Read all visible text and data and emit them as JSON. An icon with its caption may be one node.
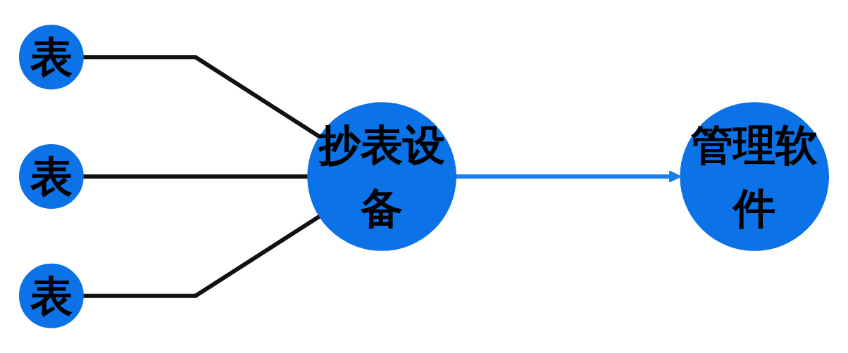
{
  "diagram": {
    "nodes": [
      {
        "text": [
          "表"
        ]
      },
      {
        "text": [
          "表"
        ]
      },
      {
        "text": [
          "表"
        ]
      },
      {
        "text": [
          "抄表设备"
        ]
      },
      {
        "text": [
          "管理软件"
        ]
      }
    ],
    "edges": [
      {
        "from": 0,
        "to": 3,
        "arrow": "none"
      },
      {
        "from": 1,
        "to": 3,
        "arrow": "none"
      },
      {
        "from": 2,
        "to": 3,
        "arrow": "none"
      },
      {
        "from": 3,
        "to": 4,
        "arrow": "to",
        "color": "#1a7fe8"
      }
    ]
  }
}
